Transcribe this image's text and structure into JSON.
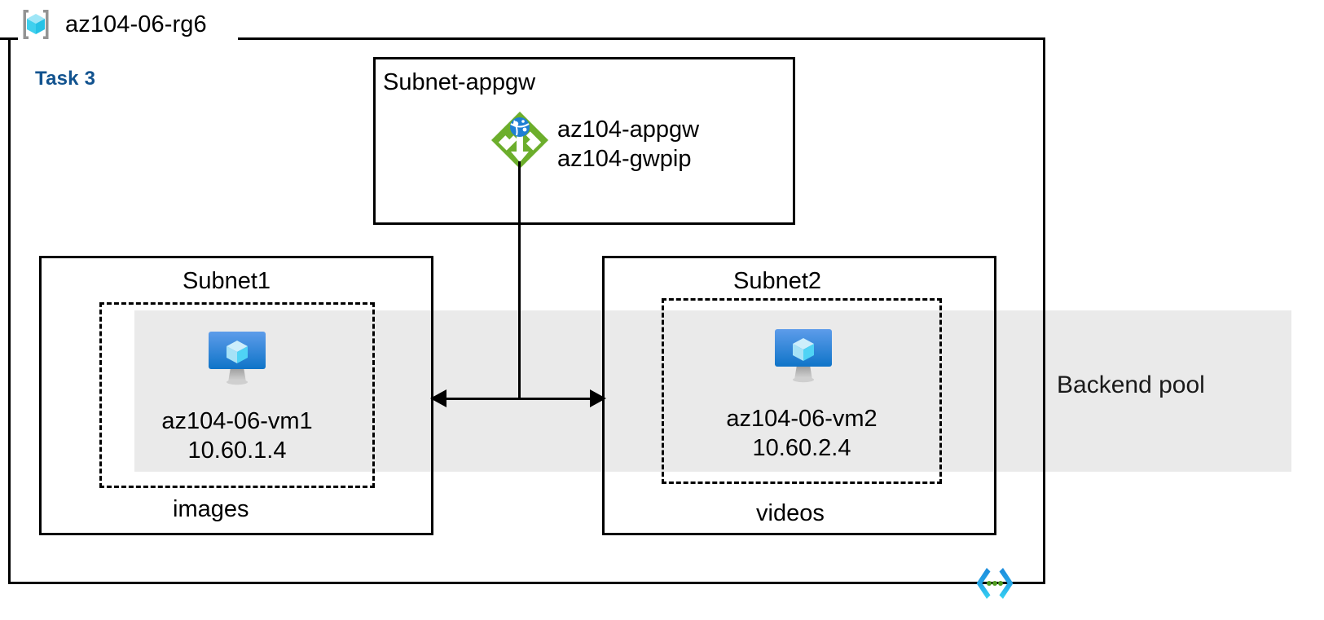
{
  "diagram": {
    "title": "az104-06-rg6",
    "task_label": "Task 3",
    "task_color": "#12538f",
    "resource_group_icon": "resource-group-icon",
    "code_icon": "code-brackets-icon",
    "backend_pool": {
      "label": "Backend pool",
      "band_color": "#eaeaea"
    },
    "subnets": [
      {
        "name": "Subnet-appgw",
        "resource_icon": "application-gateway-icon",
        "resource_names": [
          "az104-appgw",
          "az104-gwpip"
        ],
        "icon_color": "#6cae2c"
      },
      {
        "name": "Subnet1",
        "nic_label": "images",
        "vm_icon": "virtual-machine-icon",
        "vm_name": "az104-06-vm1",
        "vm_ip": "10.60.1.4"
      },
      {
        "name": "Subnet2",
        "nic_label": "videos",
        "vm_icon": "virtual-machine-icon",
        "vm_name": "az104-06-vm2",
        "vm_ip": "10.60.2.4"
      }
    ]
  }
}
